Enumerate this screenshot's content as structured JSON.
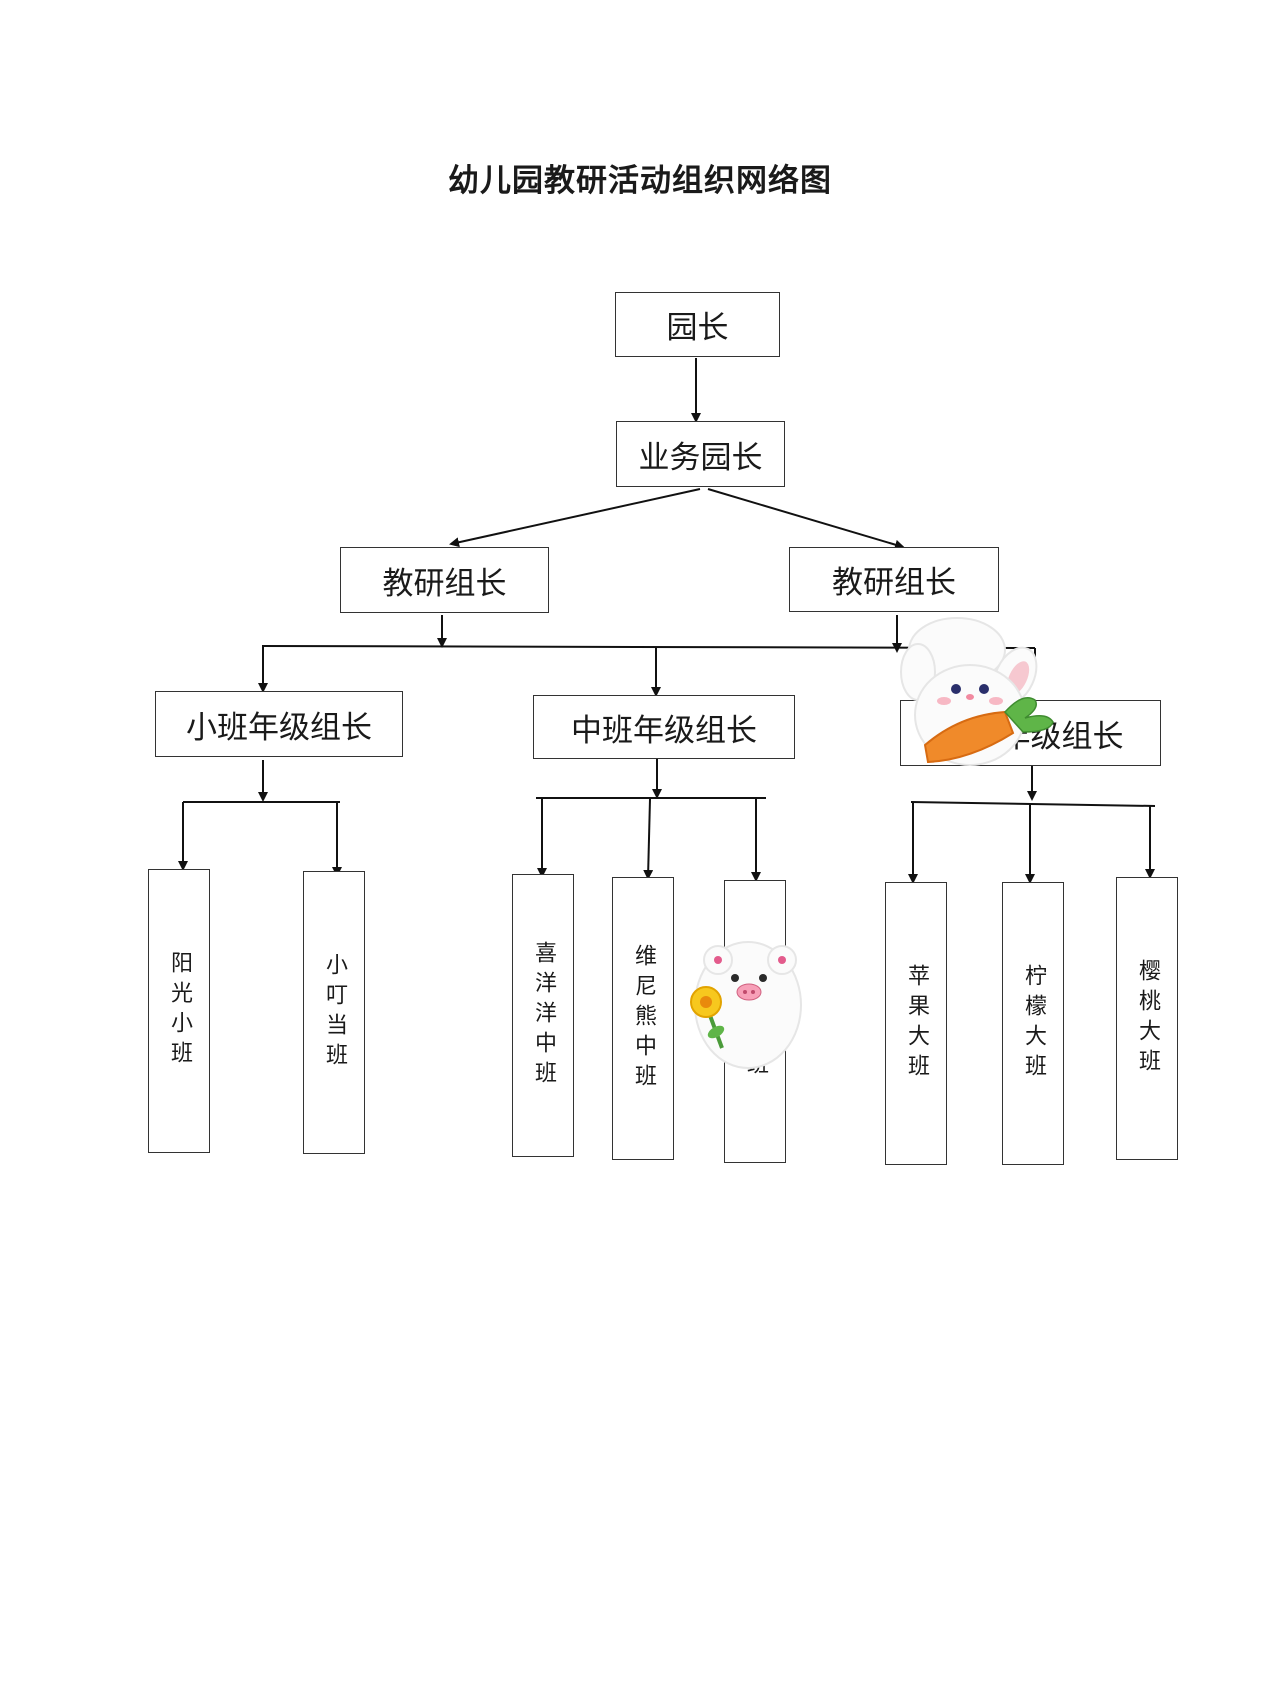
{
  "title": "幼儿园教研活动组织网络图",
  "nodes": {
    "principal": "园长",
    "vice_principal": "业务园长",
    "research_lead_1": "教研组长",
    "research_lead_2": "教研组长",
    "small_grade_lead": "小班年级组长",
    "middle_grade_lead": "中班年级组长",
    "large_grade_lead": "大班年级组长",
    "small_classes": [
      "阳光小班",
      "小叮当班"
    ],
    "middle_classes": [
      "喜洋洋中班",
      "维尼熊中班",
      "哈喽中班"
    ],
    "large_classes": [
      "苹果大班",
      "柠檬大班",
      "樱桃大班"
    ]
  },
  "stickers": [
    "bunny-carrot-sticker",
    "piglet-flower-sticker"
  ]
}
